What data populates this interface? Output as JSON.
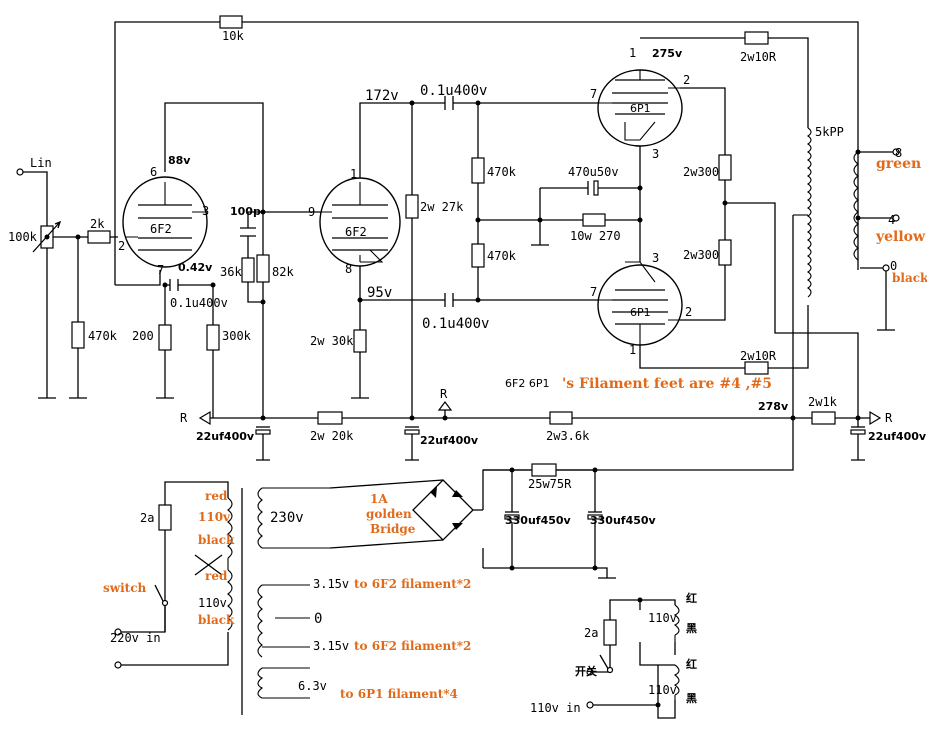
{
  "labels": {
    "r_fb": "10k",
    "lin": "Lin",
    "pot": "100k",
    "r_in": "2k",
    "r_grid1": "470k",
    "v1_pin6": "6",
    "v1_88v": "88v",
    "v1_pin3": "3",
    "v1_pin2": "2",
    "v1_pin7": "7",
    "v1_name": "6F2",
    "v1_042v": "0.42v",
    "c_bypass": "0.1u400v",
    "r_200": "200",
    "r_300k": "300k",
    "c_100p": "100p",
    "r_36k": "36k",
    "r_82k": "82k",
    "v2_pin9": "9",
    "v2_pin1": "1",
    "v2_pin8": "8",
    "v2_name": "6F2",
    "v_172": "172v",
    "c_top": "0.1u400v",
    "r_27k": "2w 27k",
    "v_95": "95v",
    "r_30k": "2w 30k",
    "c_bot": "0.1u400v",
    "r_470k_a": "470k",
    "r_470k_b": "470k",
    "c_470u": "470u50v",
    "r_270": "10w 270",
    "v3_pin1": "1",
    "v3_275": "275v",
    "v3_pin7": "7",
    "v3_pin2": "2",
    "v3_pin3": "3",
    "v3_name": "6P1",
    "v4_pin3": "3",
    "v4_pin7": "7",
    "v4_pin2": "2",
    "v4_pin1": "1",
    "v4_name": "6P1",
    "r_2w300_a": "2w300",
    "r_2w300_b": "2w300",
    "r_2w10r_a": "2w10R",
    "r_2w10r_b": "2w10R",
    "ot": "5kPP",
    "out_8": "8",
    "out_green": "green",
    "out_4": "4",
    "out_yellow": "yellow",
    "out_0": "0",
    "out_black": "black",
    "filament_black": "6F2  6P1",
    "filament_orange": "'s Filament feet are #4 ,#5",
    "r_left": "R",
    "c_22u_1": "22uf400v",
    "r_20k": "2w 20k",
    "c_22u_2": "22uf400v",
    "r_mid": "R",
    "r_36k_b": "2w3.6k",
    "v_278": "278v",
    "r_1k": "2w1k",
    "r_right": "R",
    "c_22u_3": "22uf400v",
    "fuse": "2a",
    "red1": "red",
    "v110_1": "110v",
    "black1": "black",
    "red2": "red",
    "v110_2": "110v",
    "black2": "black",
    "switch": "switch",
    "mains": "220v in",
    "v230": "230v",
    "bridge_1": "1A",
    "bridge_2": "golden",
    "bridge_3": "Bridge",
    "r_25w75": "25w75R",
    "c_330_a": "330uf450v",
    "c_330_b": "330uf450v",
    "v315_a": "3.15v",
    "fil_a": "to 6F2 filament*2",
    "zero": "0",
    "v315_b": "3.15v",
    "fil_b": "to 6F2 filament*2",
    "v63": "6.3v",
    "fil_c": "to 6P1 filament*4",
    "fuse_b": "2a",
    "v110_3": "110v",
    "cn_red1": "红",
    "cn_black1": "黑",
    "cn_switch": "开关",
    "v110_4": "110v",
    "cn_red2": "红",
    "cn_black2": "黑",
    "mains_b": "110v in"
  }
}
